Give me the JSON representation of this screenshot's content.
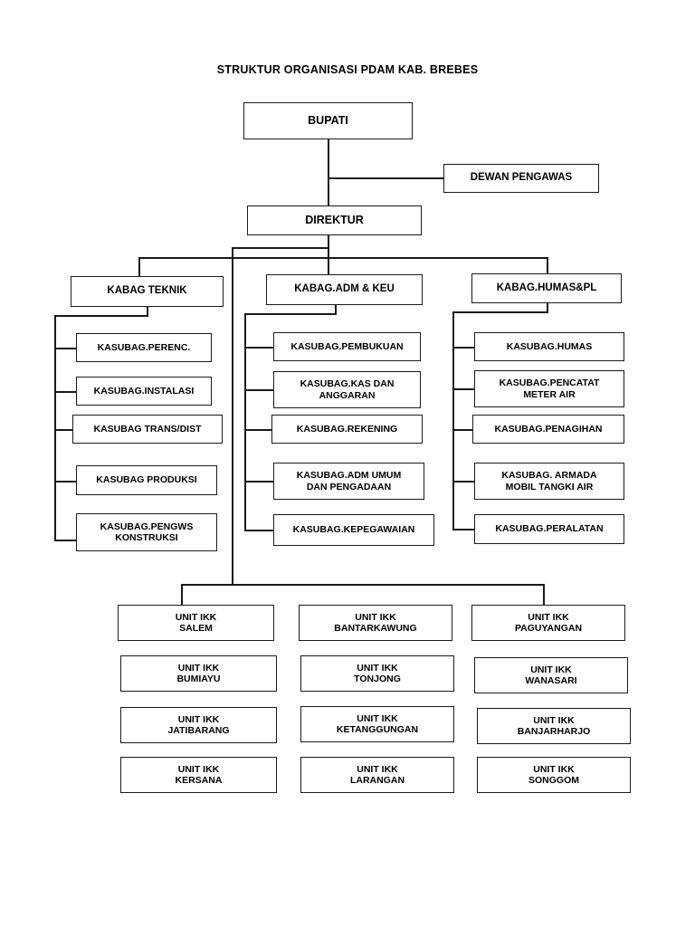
{
  "document": {
    "title": "STRUKTUR ORGANISASI PDAM KAB. BREBES"
  },
  "chart_data": {
    "type": "diagram",
    "diagram_kind": "organizational-chart",
    "title": "STRUKTUR ORGANISASI PDAM KAB. BREBES",
    "orientation": "top-down",
    "nodes": {
      "bupati": "BUPATI",
      "dewan_pengawas": "DEWAN PENGAWAS",
      "direktur": "DIREKTUR",
      "kabag_teknik": "KABAG TEKNIK",
      "kabag_adm_keu": "KABAG.ADM & KEU",
      "kabag_humas_pl": "KABAG.HUMAS&PL"
    },
    "teknik_children": [
      "KASUBAG.PERENC.",
      "KASUBAG.INSTALASI",
      "KASUBAG TRANS/DIST",
      "KASUBAG PRODUKSI",
      "KASUBAG.PENGWS\nKONSTRUKSI"
    ],
    "adm_keu_children": [
      "KASUBAG.PEMBUKUAN",
      "KASUBAG.KAS DAN\nANGGARAN",
      "KASUBAG.REKENING",
      "KASUBAG.ADM UMUM\nDAN PENGADAAN",
      "KASUBAG.KEPEGAWAIAN"
    ],
    "humas_pl_children": [
      "KASUBAG.HUMAS",
      "KASUBAG.PENCATAT\nMETER AIR",
      "KASUBAG.PENAGIHAN",
      "KASUBAG. ARMADA\nMOBIL TANGKI AIR",
      "KASUBAG.PERALATAN"
    ],
    "unit_ikk": [
      "UNIT IKK\nSALEM",
      "UNIT IKK\nBANTARKAWUNG",
      "UNIT IKK\nPAGUYANGAN",
      "UNIT IKK\nBUMIAYU",
      "UNIT IKK\nTONJONG",
      "UNIT IKK\nWANASARI",
      "UNIT IKK\nJATIBARANG",
      "UNIT IKK\nKETANGGUNGAN",
      "UNIT IKK\nBANJARHARJO",
      "UNIT IKK\nKERSANA",
      "UNIT IKK\nLARANGAN",
      "UNIT IKK\nSONGGOM"
    ],
    "colors": {
      "background": "#ffffff",
      "box_border": "#1a1a1a",
      "box_fill": "#ffffff",
      "text": "#000000",
      "connector": "#1a1a1a"
    }
  }
}
